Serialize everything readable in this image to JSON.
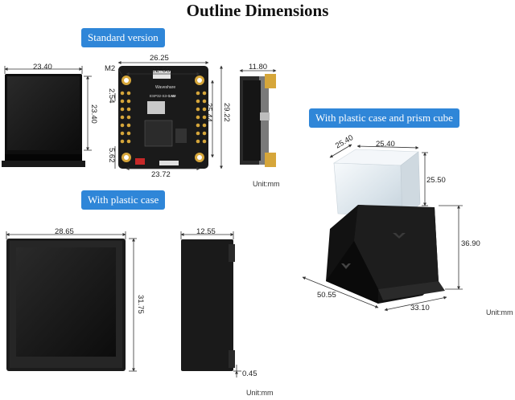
{
  "title": "Outline Dimensions",
  "sections": {
    "standard": "Standard version",
    "plastic_case": "With plastic case",
    "prism": "With plastic case and prism cube"
  },
  "board_silk": {
    "brand": "Waveshare",
    "chip_line1": "ESP32-S3-CAM",
    "chip_line2": "1.69"
  },
  "units": {
    "top": "Unit:mm",
    "bottom": "Unit:mm",
    "right": "Unit:mm"
  },
  "dims": {
    "lcd_width": "23.40",
    "lcd_height": "23.40",
    "board_width": "26.25",
    "hole_spacing": "22.55",
    "mount_hole": "M2",
    "pin_pitch": "2.54",
    "hole_spacing_v": "25.44",
    "board_height": "29.22",
    "edge_offset": "5.62",
    "bottom_width": "23.72",
    "side_thickness": "11.80",
    "case_width": "28.65",
    "case_height": "31.75",
    "case_depth": "12.55",
    "case_gap": "0.45",
    "cube_width": "25.40",
    "cube_depth": "25.40",
    "cube_height": "25.50",
    "stand_height": "36.90",
    "stand_width": "50.55",
    "stand_depth": "33.10"
  },
  "colors": {
    "badge": "#2f86d8",
    "pcb": "#1a1a1a",
    "gold": "#d6a63a",
    "case": "#111111",
    "prism": "#e8eef2"
  }
}
